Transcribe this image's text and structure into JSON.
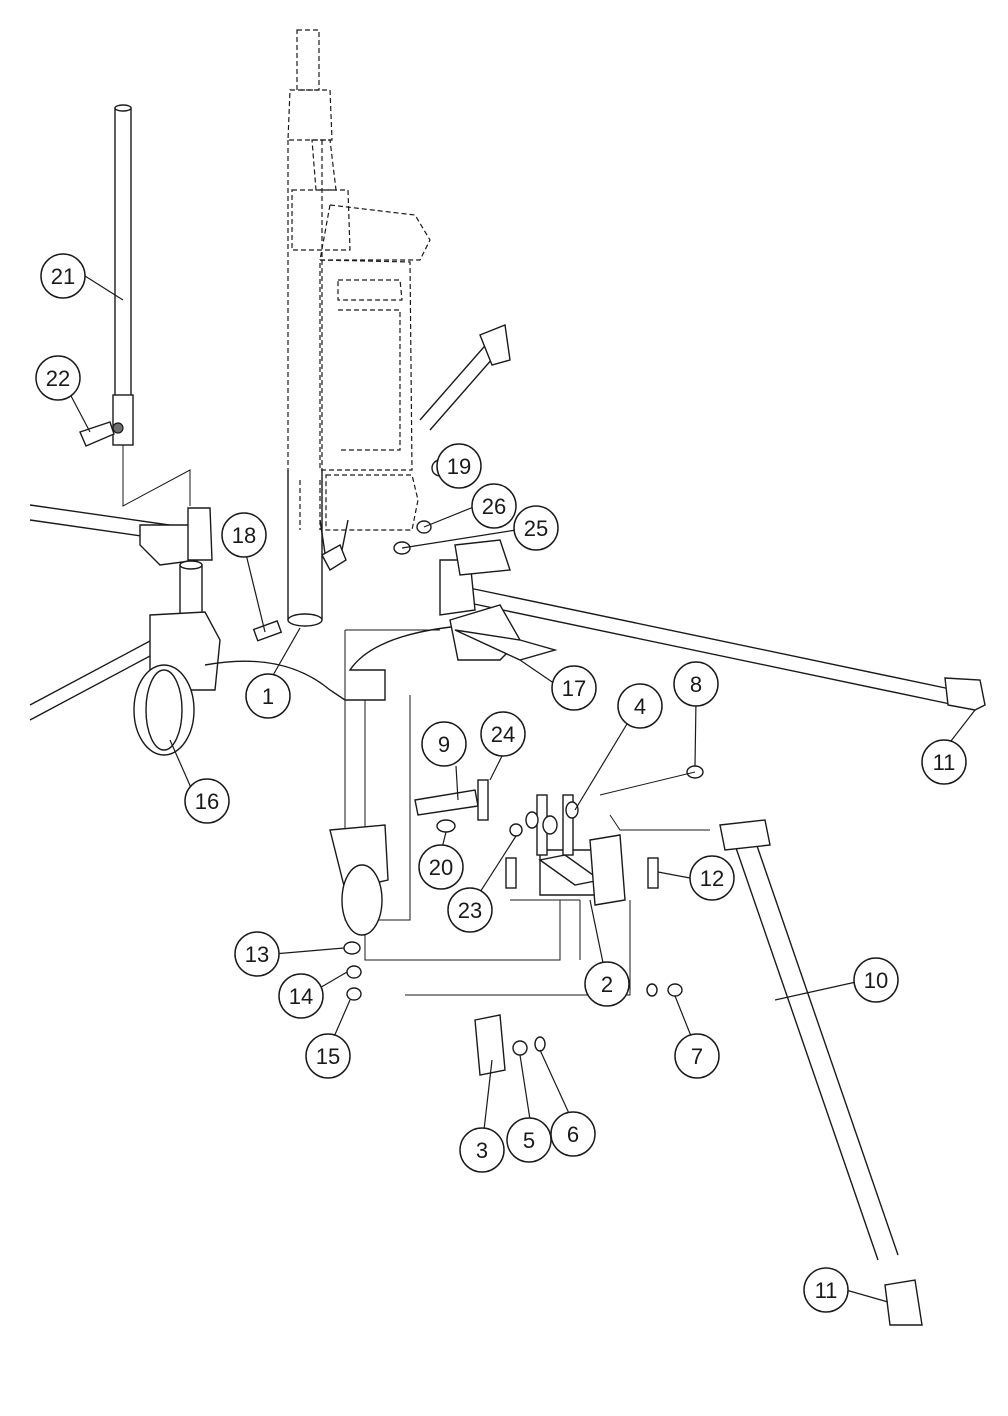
{
  "callouts": [
    {
      "id": "c1",
      "label": "1"
    },
    {
      "id": "c2",
      "label": "2"
    },
    {
      "id": "c3",
      "label": "3"
    },
    {
      "id": "c4",
      "label": "4"
    },
    {
      "id": "c5",
      "label": "5"
    },
    {
      "id": "c6",
      "label": "6"
    },
    {
      "id": "c7",
      "label": "7"
    },
    {
      "id": "c8",
      "label": "8"
    },
    {
      "id": "c9",
      "label": "9"
    },
    {
      "id": "c10",
      "label": "10"
    },
    {
      "id": "c11a",
      "label": "11"
    },
    {
      "id": "c11b",
      "label": "11"
    },
    {
      "id": "c12",
      "label": "12"
    },
    {
      "id": "c13",
      "label": "13"
    },
    {
      "id": "c14",
      "label": "14"
    },
    {
      "id": "c15",
      "label": "15"
    },
    {
      "id": "c16",
      "label": "16"
    },
    {
      "id": "c17",
      "label": "17"
    },
    {
      "id": "c18",
      "label": "18"
    },
    {
      "id": "c19",
      "label": "19"
    },
    {
      "id": "c20",
      "label": "20"
    },
    {
      "id": "c21",
      "label": "21"
    },
    {
      "id": "c22",
      "label": "22"
    },
    {
      "id": "c23",
      "label": "23"
    },
    {
      "id": "c24",
      "label": "24"
    },
    {
      "id": "c25",
      "label": "25"
    },
    {
      "id": "c26",
      "label": "26"
    }
  ]
}
